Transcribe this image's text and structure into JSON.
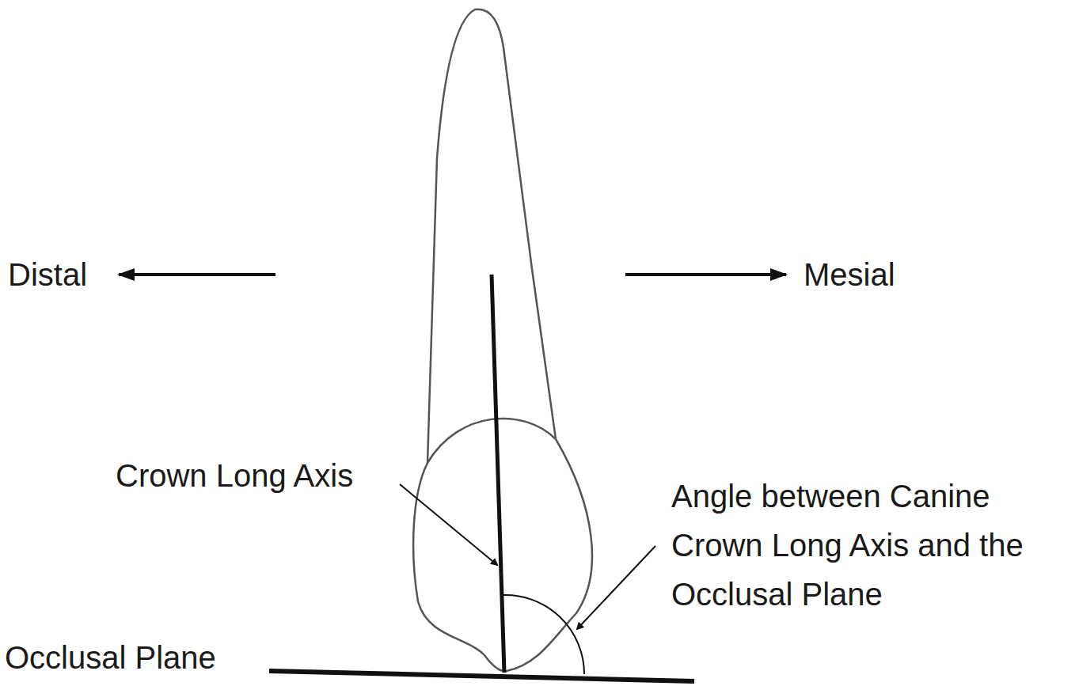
{
  "diagram": {
    "labels": [
      "Distal",
      "Mesial",
      "Crown Long Axis",
      "Angle between Canine Crown Long Axis and the Occlusal Plane",
      "Occlusal Plane"
    ]
  }
}
